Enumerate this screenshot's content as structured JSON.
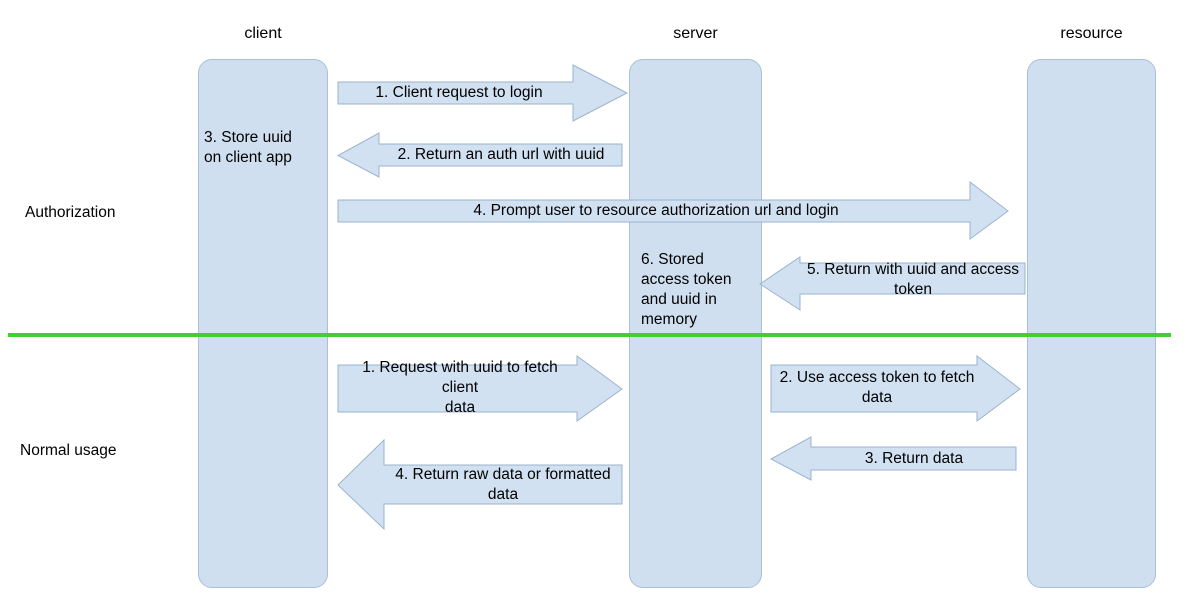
{
  "diagram": {
    "title_lanes": [
      {
        "key": "client",
        "label": "client"
      },
      {
        "key": "server",
        "label": "server"
      },
      {
        "key": "resource",
        "label": "resource"
      }
    ],
    "phases": [
      {
        "key": "authorization",
        "label": "Authorization"
      },
      {
        "key": "normal_usage",
        "label": "Normal usage"
      }
    ],
    "notes": [
      {
        "key": "client_note",
        "text": "3. Store uuid\non client app"
      },
      {
        "key": "server_note",
        "text": "6. Stored\naccess token\nand uuid in\nmemory"
      }
    ],
    "messages": [
      {
        "key": "m1",
        "phase": "authorization",
        "label": "1. Client request to login",
        "from": "client",
        "to": "server",
        "direction": "right"
      },
      {
        "key": "m2",
        "phase": "authorization",
        "label": "2. Return an auth url with uuid",
        "from": "server",
        "to": "client",
        "direction": "left"
      },
      {
        "key": "m4",
        "phase": "authorization",
        "label": "4. Prompt user to resource authorization url and login",
        "from": "client",
        "to": "resource",
        "direction": "right"
      },
      {
        "key": "m5",
        "phase": "authorization",
        "label": "5. Return with uuid and access\ntoken",
        "from": "resource",
        "to": "server",
        "direction": "left"
      },
      {
        "key": "n1",
        "phase": "normal_usage",
        "label": "1. Request with uuid to fetch client\ndata",
        "from": "client",
        "to": "server",
        "direction": "right"
      },
      {
        "key": "n2",
        "phase": "normal_usage",
        "label": "2. Use access token to fetch\ndata",
        "from": "server",
        "to": "resource",
        "direction": "right"
      },
      {
        "key": "n3",
        "phase": "normal_usage",
        "label": "3. Return data",
        "from": "resource",
        "to": "server",
        "direction": "left"
      },
      {
        "key": "n4",
        "phase": "normal_usage",
        "label": "4. Return raw data or formatted\ndata",
        "from": "server",
        "to": "client",
        "direction": "left"
      }
    ],
    "colors": {
      "lane_fill": "#cfdfef",
      "lane_stroke": "#a8c0d8",
      "arrow_fill": "#d2e1f2",
      "arrow_stroke": "#9bb4cc",
      "divider": "#3fd130",
      "text": "#000000",
      "background": "#ffffff"
    }
  }
}
